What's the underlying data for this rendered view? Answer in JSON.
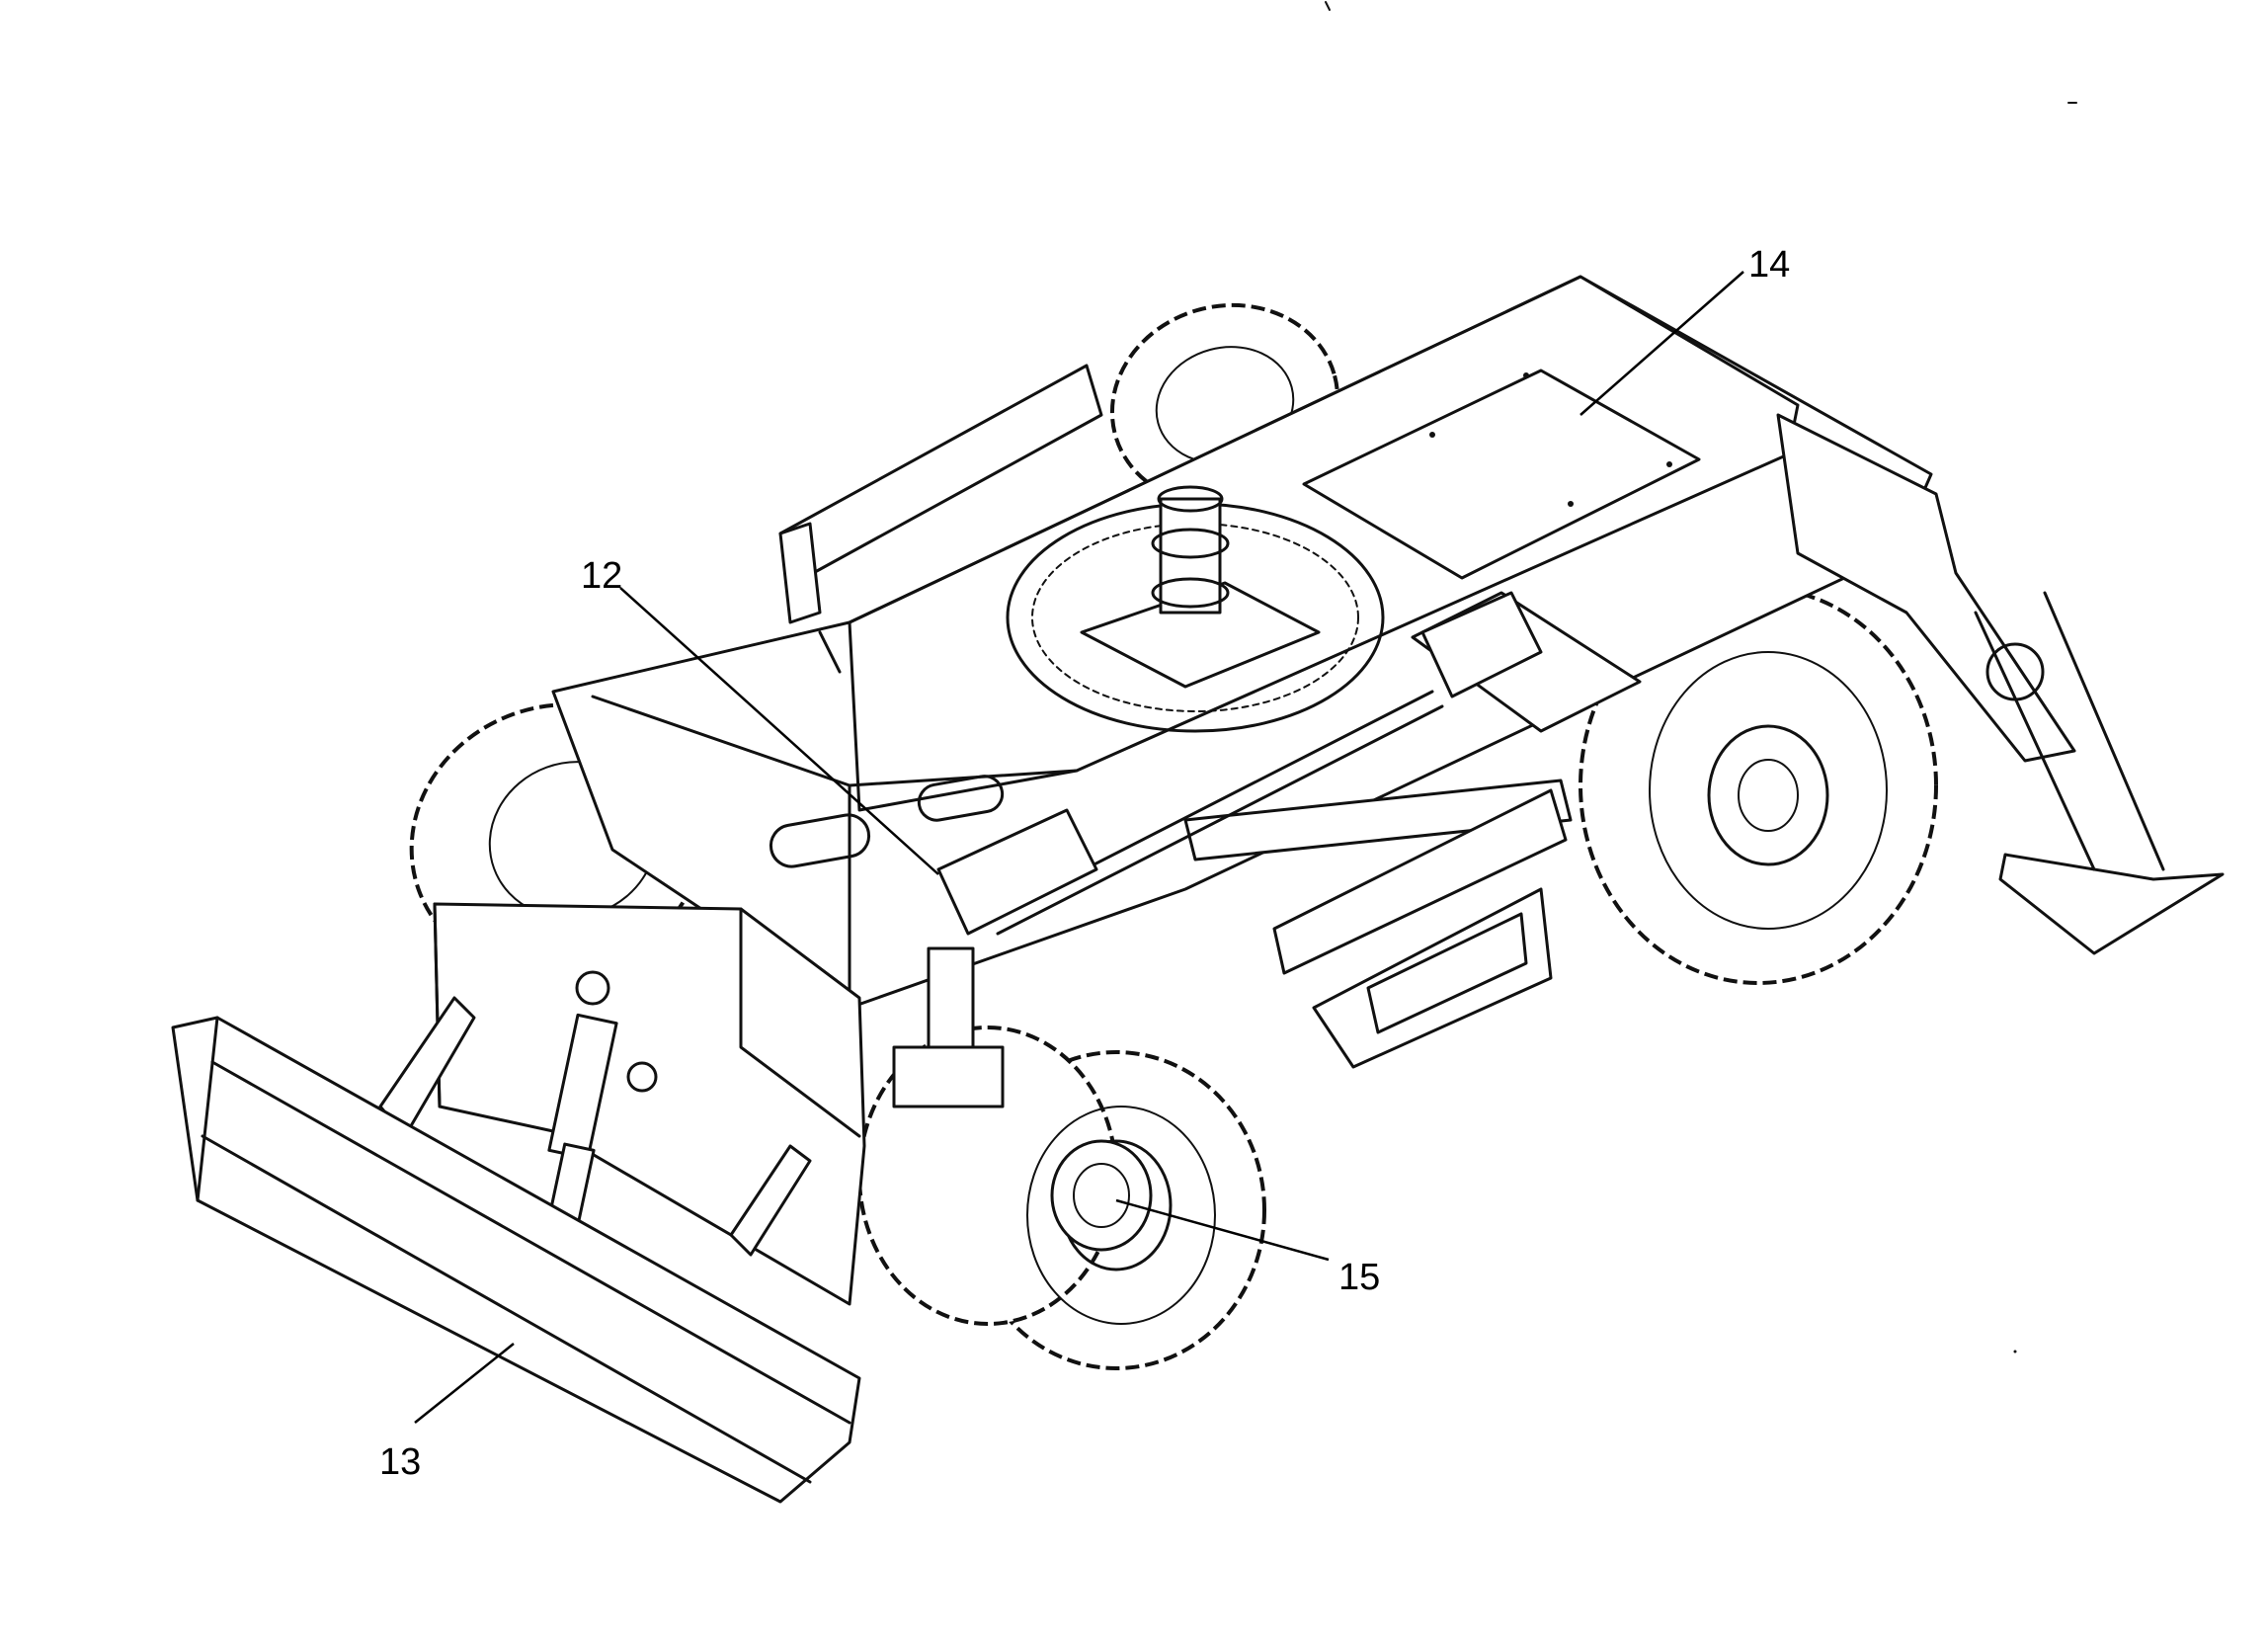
{
  "figure": {
    "callouts": [
      {
        "id": "12",
        "text": "12"
      },
      {
        "id": "13",
        "text": "13"
      },
      {
        "id": "14",
        "text": "14"
      },
      {
        "id": "15",
        "text": "15"
      }
    ]
  },
  "colors": {
    "line": "#111111",
    "background": "#ffffff"
  }
}
